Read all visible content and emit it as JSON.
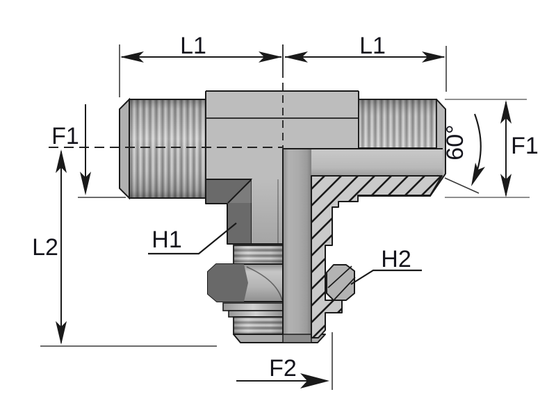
{
  "drawing": {
    "type": "technical-drawing",
    "subject": "male-branch-tee-fitting-half-section",
    "labels": {
      "l1_left": "L1",
      "l1_right": "L1",
      "f1_left": "F1",
      "f1_right": "F1",
      "l2": "L2",
      "f2": "F2",
      "h1": "H1",
      "h2": "H2",
      "angle": "60°"
    },
    "colors": {
      "background": "#ffffff",
      "outline": "#1a1a1a",
      "body_gray": "#bdbdbd",
      "hex_dark": "#6a6a6a",
      "hatch_fill": "#cacaca",
      "label_text": "#14141c"
    }
  }
}
